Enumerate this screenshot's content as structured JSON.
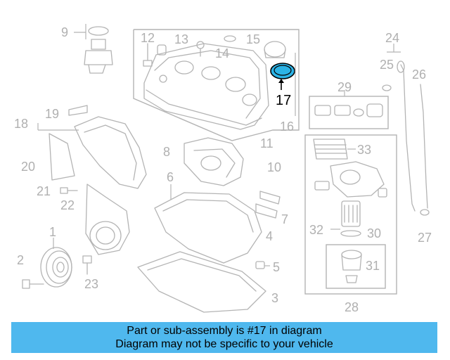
{
  "diagram": {
    "highlighted_part": "17",
    "callouts": [
      "1",
      "2",
      "3",
      "4",
      "5",
      "6",
      "7",
      "8",
      "9",
      "10",
      "11",
      "12",
      "13",
      "14",
      "15",
      "16",
      "17",
      "18",
      "19",
      "20",
      "21",
      "22",
      "23",
      "24",
      "25",
      "26",
      "27",
      "28",
      "29",
      "30",
      "31",
      "32",
      "33"
    ]
  },
  "banner": {
    "line1": "Part or sub-assembly is #17 in diagram",
    "line2": "Diagram may not be specific to your vehicle"
  },
  "colors": {
    "banner_bg": "#4fb8ee",
    "highlight_fill": "#2bb3e6",
    "part_stroke": "#b4b4b4",
    "callout_text": "#b0b0b0"
  }
}
